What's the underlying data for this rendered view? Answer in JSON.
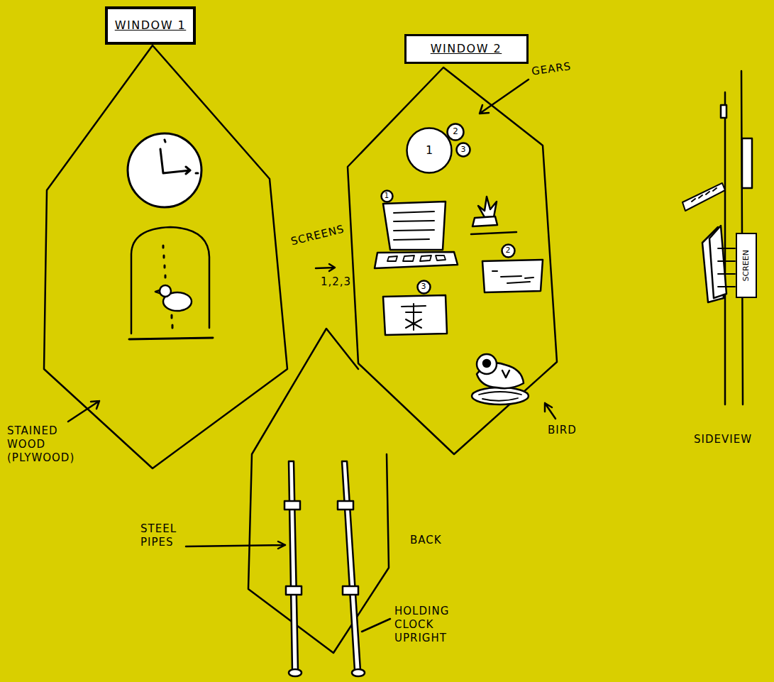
{
  "diagram": {
    "nodes": [
      {
        "text": [
          "WINDOW 1"
        ]
      },
      {
        "text": [
          "WINDOW 2"
        ]
      },
      {
        "text": [
          "1"
        ]
      },
      {
        "text": [
          "2"
        ]
      },
      {
        "text": [
          "3"
        ]
      },
      {
        "text": [
          "1"
        ]
      },
      {
        "text": [
          "2"
        ]
      },
      {
        "text": [
          "3"
        ]
      },
      {
        "text": [
          "SCREEN"
        ]
      }
    ],
    "labels": [
      "GEARS",
      "SCREENS",
      "1,2,3",
      "SIDEVIEW",
      "STAINED WOOD (PLYWOOD)",
      "BIRD",
      "STEEL PIPES",
      "BACK",
      "HOLDING CLOCK UPRIGHT"
    ]
  }
}
